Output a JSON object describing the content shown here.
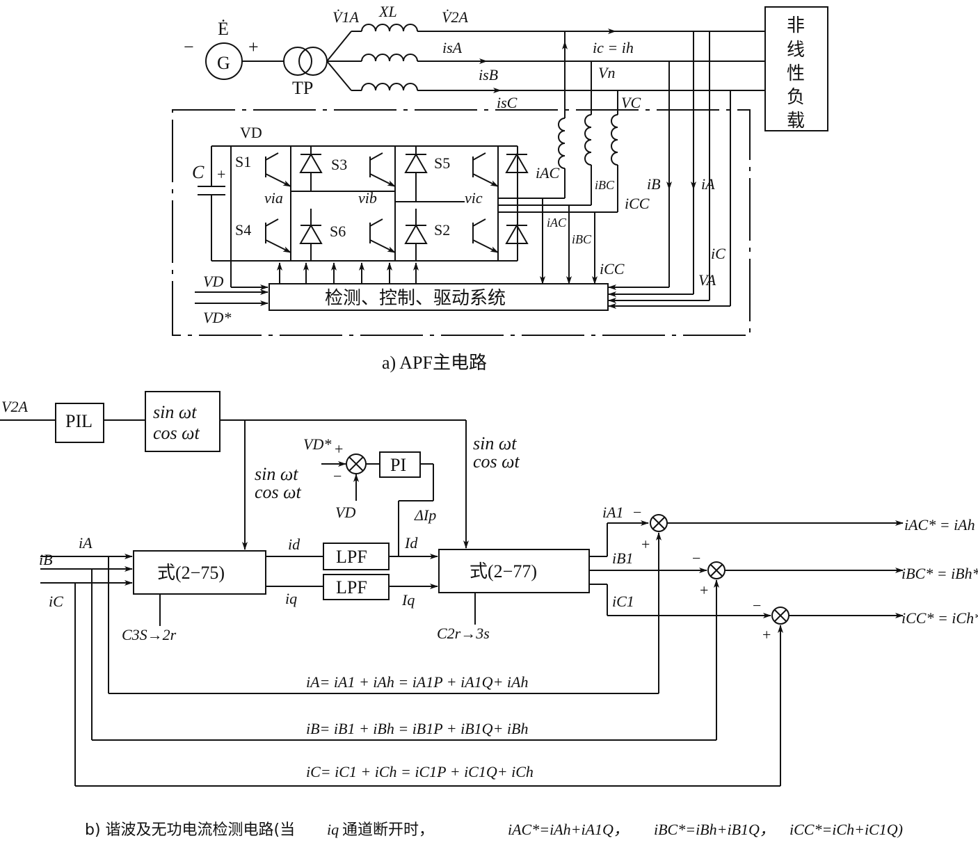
{
  "part_a": {
    "caption": "a) APF主电路",
    "source_symbol": "G",
    "emf_label": "Ė",
    "minus": "−",
    "plus": "+",
    "transformer_label": "TP",
    "v1a": "V̇1A",
    "xl": "XL",
    "v2a": "V̇2A",
    "isa": "isA",
    "isb": "isB",
    "isc": "isC",
    "ic_eq": "ic = ih",
    "vn": "Vn",
    "vc": "VC",
    "vd": "VD",
    "cap": "C",
    "cap_plus": "+",
    "switches": [
      "S1",
      "S3",
      "S5",
      "S4",
      "S6",
      "S2"
    ],
    "phase_v": [
      "via",
      "vib",
      "vic"
    ],
    "iac": "iAC",
    "ibc": "iBC",
    "icc": "iCC",
    "ib": "iB",
    "ia": "iA",
    "ic": "iC",
    "va": "VA",
    "vd_in": "VD",
    "vd_star": "VD*",
    "control_box": "检测、控制、驱动系统",
    "load_chars": [
      "非",
      "线",
      "性",
      "负",
      "载"
    ]
  },
  "part_b": {
    "caption_prefix": "b) 谐波及无功电流检测电路(当",
    "caption_var": "iq",
    "caption_suffix": "通道断开时，",
    "caption_eqs": [
      "iAC*=iAh+iA1Q，",
      "iBC*=iBh+iB1Q，",
      "iCC*=iCh+iC1Q)"
    ],
    "v2a_in": "V2A",
    "pll": "PIL",
    "sin": "sin ωt",
    "cos": "cos ωt",
    "pi": "PI",
    "vd_star": "VD*",
    "vd": "VD",
    "delta_ip": "ΔIp",
    "lpf": "LPF",
    "id": "id",
    "iq": "iq",
    "Id": "Id",
    "Iq": "Iq",
    "block_275": "式(2−75)",
    "block_277": "式(2−77)",
    "c3s2r": "C3S→2r",
    "c2r3s": "C2r→3s",
    "ia_in": "iA",
    "ib_in": "iB",
    "ic_in": "iC",
    "ia1": "iA1",
    "ib1": "iB1",
    "ic1": "iC1",
    "out_a": "iAC* = iAh",
    "out_b": "iBC* = iBh*",
    "out_c": "iCC* = iCh*",
    "eq_a": "iA= iA1 + iAh = iA1P + iA1Q+ iAh",
    "eq_b": "iB= iB1 + iBh = iB1P + iB1Q+ iBh",
    "eq_c": "iC= iC1 + iCh = iC1P + iC1Q+ iCh"
  }
}
